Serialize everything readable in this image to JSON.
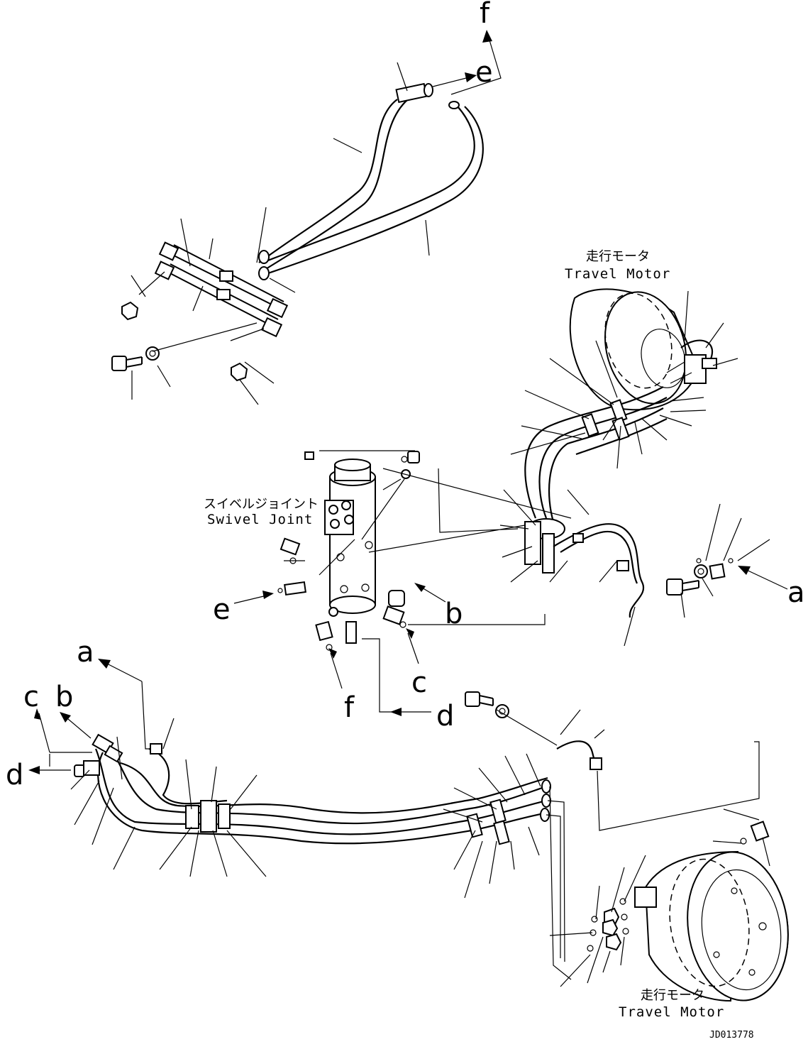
{
  "drawing": {
    "id": "JD013778",
    "labels": {
      "travel_motor_jp": "走行モータ",
      "travel_motor_en": "Travel Motor",
      "swivel_joint_jp": "スイベルジョイント",
      "swivel_joint_en": "Swivel Joint"
    },
    "connection_letters": [
      "a",
      "b",
      "c",
      "d",
      "e",
      "f"
    ]
  }
}
